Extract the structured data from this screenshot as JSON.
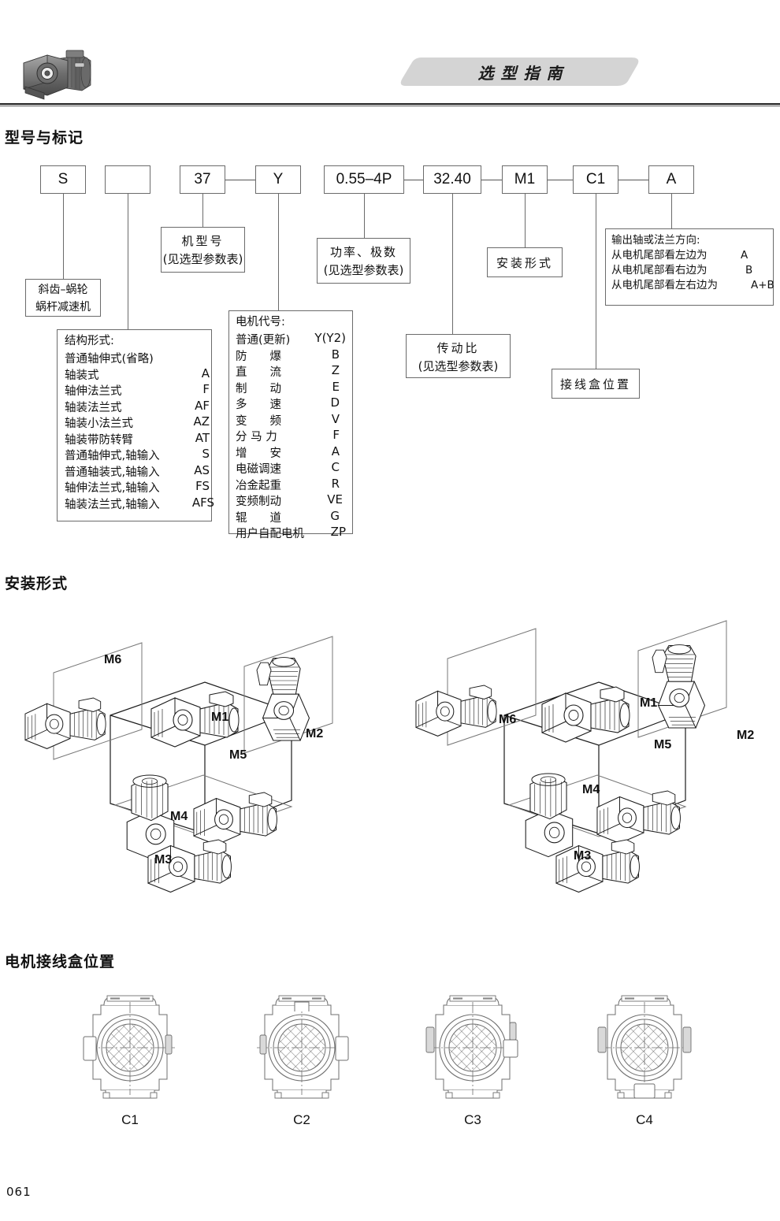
{
  "header": {
    "banner_title": "选型指南",
    "product_icon": "gearbox-photo-icon"
  },
  "sections": {
    "model_code_title": "型号与标记",
    "mounting_title": "安装形式",
    "terminal_title": "电机接线盒位置"
  },
  "code_boxes": [
    {
      "value": "S"
    },
    {
      "value": ""
    },
    {
      "value": "37"
    },
    {
      "value": "Y"
    },
    {
      "value": "0.55–4P"
    },
    {
      "value": "32.40"
    },
    {
      "value": "M1"
    },
    {
      "value": "C1"
    },
    {
      "value": "A"
    }
  ],
  "callouts": {
    "gear_type": {
      "line1": "斜齿–蜗轮",
      "line2": "蜗杆减速机"
    },
    "machine_model": {
      "line1": "机型号",
      "line2": "(见选型参数表)"
    },
    "power_poles": {
      "line1": "功率、极数",
      "line2": "(见选型参数表)"
    },
    "mounting_form": {
      "line1": "安装形式"
    },
    "ratio": {
      "line1": "传动比",
      "line2": "(见选型参数表)"
    },
    "terminal_position": {
      "line1": "接线盒位置"
    },
    "shaft_direction": {
      "title": "输出轴或法兰方向:",
      "rows": [
        {
          "label": "从电机尾部看左边为",
          "code": "A"
        },
        {
          "label": "从电机尾部看右边为",
          "code": "B"
        },
        {
          "label": "从电机尾部看左右边为",
          "code": "A+B"
        }
      ]
    }
  },
  "structure_box": {
    "title": "结构形式:",
    "rows": [
      {
        "label": "普通轴伸式(省略)",
        "code": ""
      },
      {
        "label": "轴装式",
        "code": "A"
      },
      {
        "label": "轴伸法兰式",
        "code": "F"
      },
      {
        "label": "轴装法兰式",
        "code": "AF"
      },
      {
        "label": "轴装小法兰式",
        "code": "AZ"
      },
      {
        "label": "轴装带防转臂",
        "code": "AT"
      },
      {
        "label": "普通轴伸式,轴输入",
        "code": "S"
      },
      {
        "label": "普通轴装式,轴输入",
        "code": "AS"
      },
      {
        "label": "轴伸法兰式,轴输入",
        "code": "FS"
      },
      {
        "label": "轴装法兰式,轴输入",
        "code": "AFS"
      }
    ]
  },
  "motor_box": {
    "title": "电机代号:",
    "rows": [
      {
        "label": "普通(更新)",
        "code": "Y(Y2)"
      },
      {
        "label": "防　　爆",
        "code": "B"
      },
      {
        "label": "直　　流",
        "code": "Z"
      },
      {
        "label": "制　　动",
        "code": "E"
      },
      {
        "label": "多　　速",
        "code": "D"
      },
      {
        "label": "变　　频",
        "code": "V"
      },
      {
        "label": "分 马 力",
        "code": "F"
      },
      {
        "label": "增　　安",
        "code": "A"
      },
      {
        "label": "电磁调速",
        "code": "C"
      },
      {
        "label": "冶金起重",
        "code": "R"
      },
      {
        "label": "变频制动",
        "code": "VE"
      },
      {
        "label": "辊　　道",
        "code": "G"
      },
      {
        "label": "用户自配电机",
        "code": "ZP"
      }
    ]
  },
  "mounting_positions_left": [
    "M6",
    "M1",
    "M2",
    "M5",
    "M4",
    "M3"
  ],
  "mounting_positions_right": [
    "M6",
    "M1",
    "M2",
    "M5",
    "M4",
    "M3"
  ],
  "terminal_positions": [
    "C1",
    "C2",
    "C3",
    "C4"
  ],
  "footer": {
    "page_number": "061"
  },
  "colors": {
    "banner_gray": "#d4d4d4",
    "line": "#6b6b6b",
    "text": "#111111"
  }
}
